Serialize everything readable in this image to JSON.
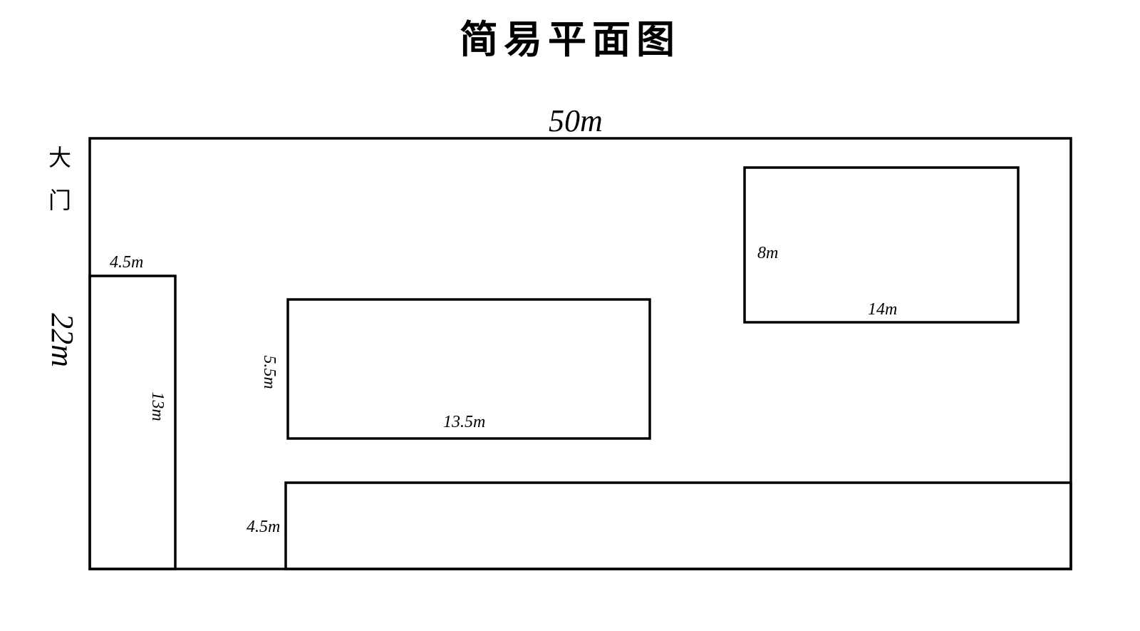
{
  "title": "简易平面图",
  "gate": {
    "char1": "大",
    "char2": "门"
  },
  "site": {
    "width_label": "50m",
    "height_label": "22m"
  },
  "buildings": {
    "left_strip": {
      "width_label": "4.5m",
      "length_label": "13m"
    },
    "center": {
      "width_label": "5.5m",
      "length_label": "13.5m"
    },
    "top_right": {
      "width_label": "8m",
      "length_label": "14m"
    },
    "bottom_strip": {
      "width_label": "4.5m"
    }
  },
  "colors": {
    "line": "#000000",
    "background": "#ffffff"
  }
}
